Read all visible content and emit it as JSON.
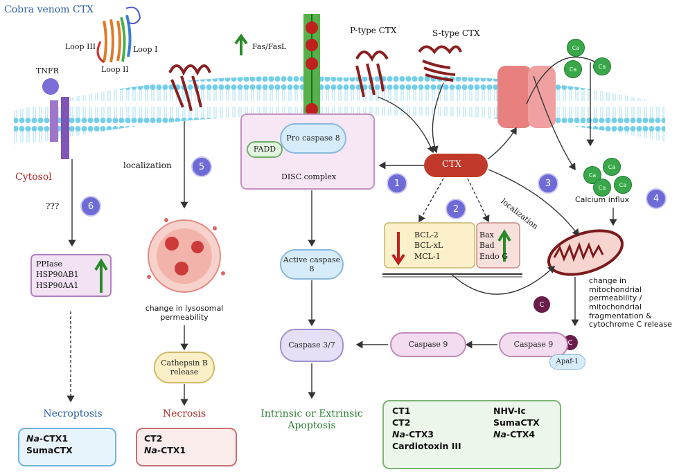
{
  "header": {
    "title": "Cobra venom CTX"
  },
  "loops": [
    "Loop III",
    "Loop I",
    "Loop II"
  ],
  "membrane_labels": {
    "tnfr": "TNFR",
    "fas": "Fas/FasL",
    "p_type": "P-type CTX",
    "s_type": "S-type CTX",
    "cytosol": "Cytosol"
  },
  "disc": {
    "pro_caspase": "Pro caspase 8",
    "fadd": "FADD",
    "complex": "DISC complex"
  },
  "center": {
    "ctx": "CTX"
  },
  "steps": [
    "1",
    "2",
    "3",
    "4",
    "5",
    "6"
  ],
  "labels": {
    "question": "???",
    "localization_left": "localization",
    "localization_right": "localization",
    "calcium_influx": "Calcium influx",
    "lysosome_change": "change in lysosomal permeability",
    "mito_change": "change in mitochondrial permeability / mitochondrial fragmentation & cytochrome C release",
    "cyt_c": "C"
  },
  "calcium": {
    "symbol": "Ca"
  },
  "bcl_down": [
    "BCL-2",
    "BCL-xL",
    "MCL-1"
  ],
  "bcl_up": [
    "Bax",
    "Bad",
    "Endo G"
  ],
  "ppiase": [
    "PPIase",
    "HSP90AB1",
    "HSP90AA1"
  ],
  "pills": {
    "cathepsin": "Cathepsin B release",
    "active_casp8": "Active caspase 8",
    "casp37": "Caspase 3/7",
    "casp9_mid": "Caspase 9",
    "casp9_right": "Caspase 9",
    "apaf": "Apaf-1"
  },
  "outcomes": {
    "necroptosis": "Necroptosis",
    "necrosis": "Necrosis",
    "apoptosis": "Intrinsic or Extrinsic Apoptosis"
  },
  "ctx_boxes": {
    "necroptosis": [
      {
        "italic": "Na",
        "rest": "-CTX1"
      },
      {
        "italic": "",
        "rest": "SumaCTX"
      }
    ],
    "necrosis": [
      {
        "italic": "",
        "rest": "CT2"
      },
      {
        "italic": "Na",
        "rest": "-CTX1"
      }
    ],
    "apoptosis_left": [
      {
        "italic": "",
        "rest": "CT1"
      },
      {
        "italic": "",
        "rest": "CT2"
      },
      {
        "italic": "Na",
        "rest": "-CTX3"
      },
      {
        "italic": "",
        "rest": "Cardiotoxin III"
      }
    ],
    "apoptosis_right": [
      {
        "italic": "",
        "rest": "NHV-Ic"
      },
      {
        "italic": "",
        "rest": "SumaCTX"
      },
      {
        "italic": "Na",
        "rest": "-CTX4"
      }
    ]
  },
  "colors": {
    "membrane": "#5bc0e0",
    "ctx_red": "#a83232",
    "step_purple": "#6e6ad6",
    "calcium_green": "#3aa84a",
    "necroptosis_text": "#2a5fa8",
    "necrosis_text": "#b02a2a",
    "apoptosis_text": "#2e7d32"
  }
}
